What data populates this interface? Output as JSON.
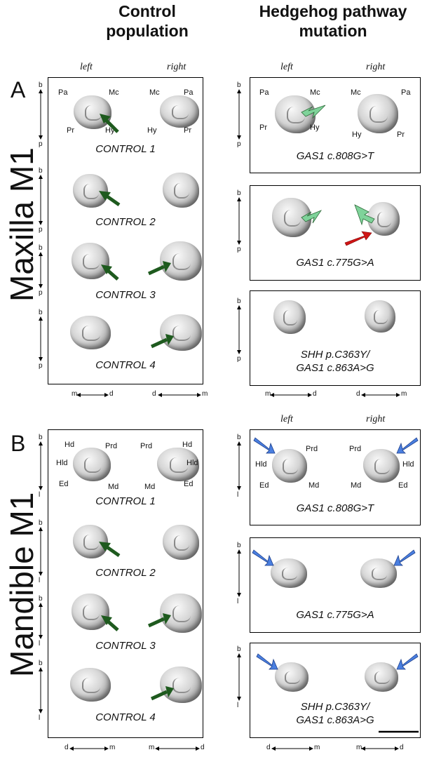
{
  "headers": {
    "control": "Control\npopulation",
    "mutation": "Hedgehog pathway\nmutation"
  },
  "section_a": {
    "letter": "A",
    "title": "Maxilla M1",
    "left": "left",
    "right": "right",
    "cusps_left": [
      "Pa",
      "Mc",
      "Pr",
      "Hy"
    ],
    "cusps_right": [
      "Mc",
      "Pa",
      "Hy",
      "Pr"
    ],
    "axis_top": "b",
    "axis_bottom": "p",
    "controls": [
      "CONTROL 1",
      "CONTROL 2",
      "CONTROL 3",
      "CONTROL 4"
    ],
    "mutations": [
      "GAS1 c.808G>T",
      "GAS1 c.775G>A",
      "SHH p.C363Y/\nGAS1 c.863A>G"
    ],
    "md_left": [
      "m",
      "d"
    ],
    "md_right": [
      "d",
      "m"
    ]
  },
  "section_b": {
    "letter": "B",
    "title": "Mandible M1",
    "left": "left",
    "right": "right",
    "cusps_left": [
      "Hd",
      "Prd",
      "Hld",
      "Ed",
      "Md"
    ],
    "cusps_right": [
      "Prd",
      "Hd",
      "Hld",
      "Md",
      "Ed"
    ],
    "axis_top": "b",
    "axis_bottom": "l",
    "controls": [
      "CONTROL 1",
      "CONTROL 2",
      "CONTROL 3",
      "CONTROL 4"
    ],
    "mutations": [
      "GAS1 c.808G>T",
      "GAS1 c.775G>A",
      "SHH p.C363Y/\nGAS1 c.863A>G"
    ],
    "md_left": [
      "d",
      "m"
    ],
    "md_right": [
      "m",
      "d"
    ]
  },
  "colors": {
    "dark_green_arrow": "#1e5a1e",
    "light_green_arrow": "#7fd39a",
    "red_arrow": "#d01515",
    "blue_arrow": "#4a7fe0"
  }
}
